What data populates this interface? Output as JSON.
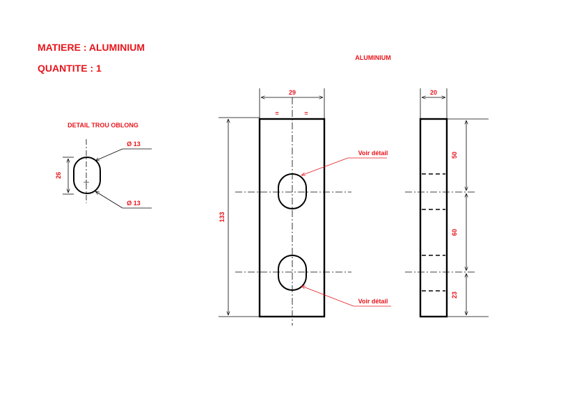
{
  "header": {
    "material": "MATIERE : ALUMINIUM",
    "quantity": "QUANTITE : 1"
  },
  "drawing": {
    "material_label": "ALUMINIUM",
    "detail_title": "DETAIL TROU OBLONG",
    "detail": {
      "diameter_top": "Ø 13",
      "diameter_bottom": "Ø 13",
      "height": "26"
    },
    "front_view": {
      "width": "29",
      "height": "133",
      "equal_left": "=",
      "equal_right": "=",
      "callout_top": "Voir détail",
      "callout_bottom": "Voir détail"
    },
    "side_view": {
      "width": "20",
      "dim_top": "50",
      "dim_middle": "60",
      "dim_bottom": "23"
    }
  },
  "colors": {
    "annotation": "#e8141b",
    "lines": "#000000"
  }
}
